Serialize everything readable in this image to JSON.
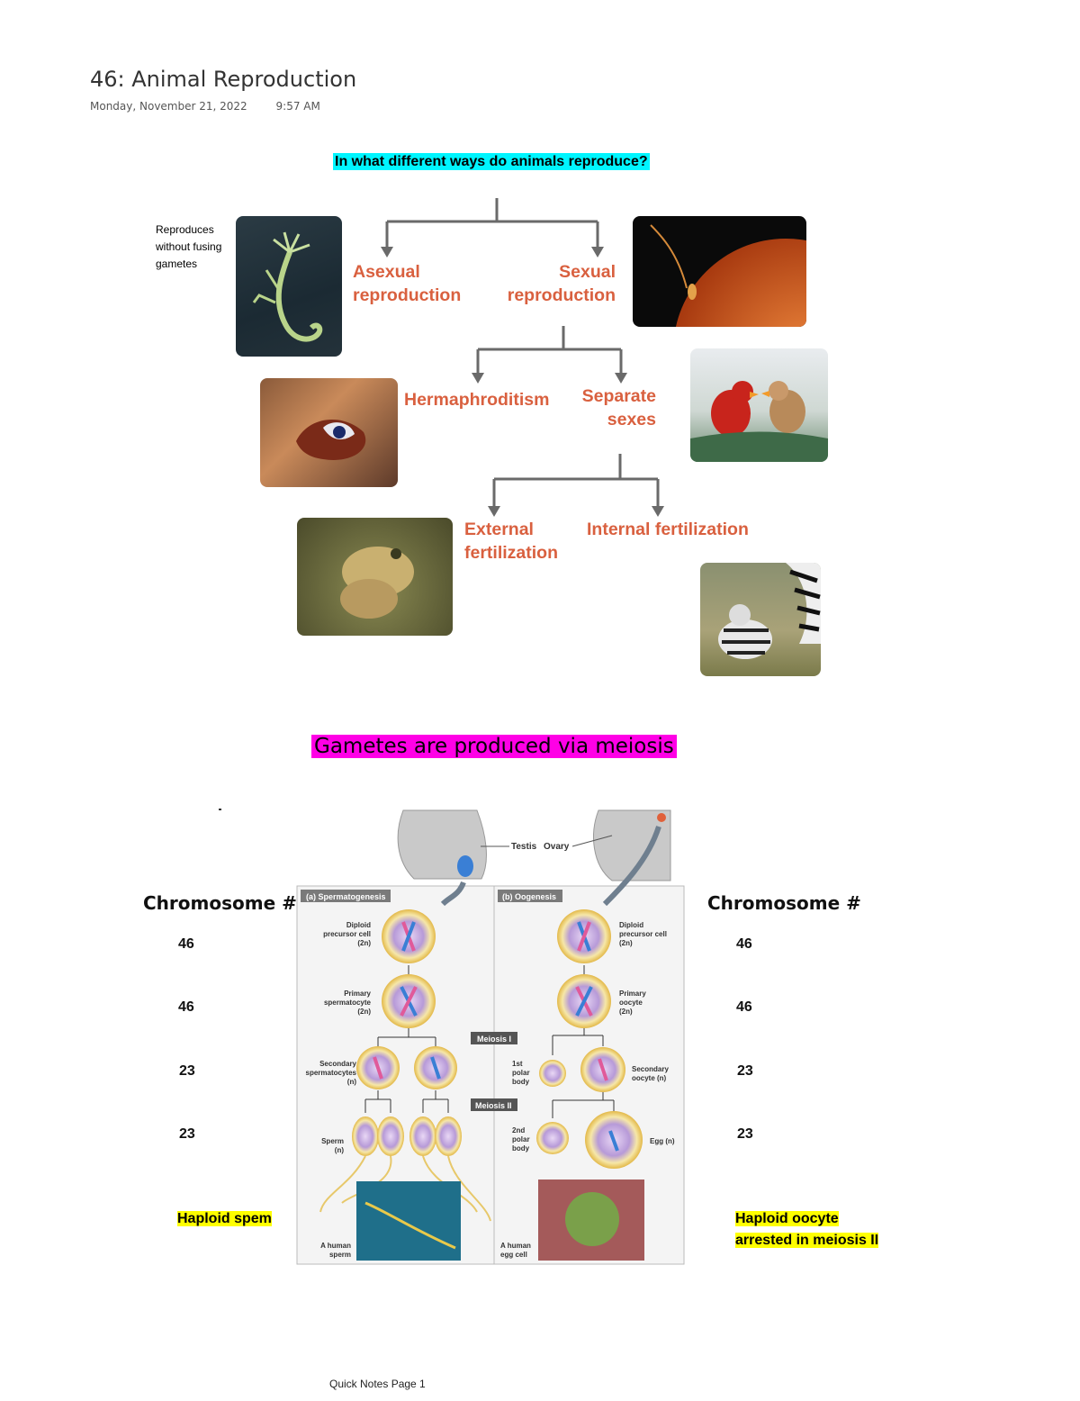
{
  "page": {
    "title": "46: Animal Reproduction",
    "date": "Monday, November 21, 2022",
    "time": "9:57 AM",
    "footer": "Quick Notes Page 1"
  },
  "section1": {
    "question": "In what different ways do animals reproduce?",
    "note": "Reproduces without fusing gametes",
    "nodes": {
      "asexual_1": "Asexual",
      "asexual_2": "reproduction",
      "sexual_1": "Sexual",
      "sexual_2": "reproduction",
      "hermaphroditism": "Hermaphroditism",
      "separate_1": "Separate",
      "separate_2": "sexes",
      "external_1": "External",
      "external_2": "fertilization",
      "internal": "Internal fertilization"
    }
  },
  "section2": {
    "heading": "Gametes are produced via meiosis",
    "chromosome_header": "Chromosome #",
    "left_counts": [
      "46",
      "46",
      "23",
      "23"
    ],
    "right_counts": [
      "46",
      "46",
      "23",
      "23"
    ],
    "left_note": "Haploid spem",
    "right_note_1": "Haploid oocyte",
    "right_note_2": "arrested in meiosis II"
  },
  "diagram": {
    "testis": "Testis",
    "ovary": "Ovary",
    "panel_a": "(a) Spermatogenesis",
    "panel_b": "(b) Oogenesis",
    "meiosis1": "Meiosis I",
    "meiosis2": "Meiosis II",
    "a_labels": {
      "diploid_1": "Diploid",
      "diploid_2": "precursor cell",
      "diploid_3": "(2n)",
      "primary_1": "Primary",
      "primary_2": "spermatocyte",
      "primary_3": "(2n)",
      "secondary_1": "Secondary",
      "secondary_2": "spermatocytes",
      "secondary_3": "(n)",
      "sperm_1": "Sperm",
      "sperm_2": "(n)",
      "human_1": "A human",
      "human_2": "sperm"
    },
    "b_labels": {
      "diploid_1": "Diploid",
      "diploid_2": "precursor cell",
      "diploid_3": "(2n)",
      "primary_1": "Primary",
      "primary_2": "oocyte",
      "primary_3": "(2n)",
      "polar1_1": "1st",
      "polar1_2": "polar",
      "polar1_3": "body",
      "secondary_1": "Secondary",
      "secondary_2": "oocyte (n)",
      "polar2_1": "2nd",
      "polar2_2": "polar",
      "polar2_3": "body",
      "egg": "Egg (n)",
      "human_1": "A human",
      "human_2": "egg cell"
    }
  }
}
